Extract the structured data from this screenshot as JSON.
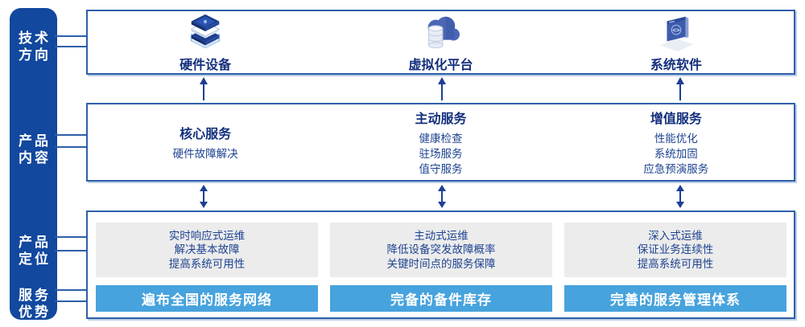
{
  "colors": {
    "sidebar_bg": "#12489E",
    "box_border": "#2D5FA8",
    "title_navy": "#132F7D",
    "body_navy": "#1E4391",
    "arrow_navy": "#1D3F93",
    "banner_blue": "#47A3DD",
    "panel_gray": "#ECECEC",
    "banner_text": "#FFFFFF"
  },
  "sidebar": {
    "labels": [
      {
        "line1": "技术",
        "line2": "方向"
      },
      {
        "line1": "产品",
        "line2": "内容"
      },
      {
        "line1": "产品",
        "line2": "定位"
      },
      {
        "line1": "服务",
        "line2": "优势"
      }
    ]
  },
  "tech_row": {
    "items": [
      {
        "label": "硬件设备",
        "icon": "server-stack-icon"
      },
      {
        "label": "虚拟化平台",
        "icon": "cloud-database-icon"
      },
      {
        "label": "系统软件",
        "icon": "code-window-icon"
      }
    ]
  },
  "product_row": {
    "columns": [
      {
        "title": "核心服务",
        "items": [
          "硬件故障解决"
        ]
      },
      {
        "title": "主动服务",
        "items": [
          "健康检查",
          "驻场服务",
          "值守服务"
        ]
      },
      {
        "title": "增值服务",
        "items": [
          "性能优化",
          "系统加固",
          "应急预演服务"
        ]
      }
    ]
  },
  "positioning_row": {
    "columns": [
      {
        "lines": [
          "实时响应式运维",
          "解决基本故障",
          "提高系统可用性"
        ],
        "banner": "遍布全国的服务网络"
      },
      {
        "lines": [
          "主动式运维",
          "降低设备突发故障概率",
          "关键时间点的服务保障"
        ],
        "banner": "完备的备件库存"
      },
      {
        "lines": [
          "深入式运维",
          "保证业务连续性",
          "提高系统可用性"
        ],
        "banner": "完善的服务管理体系"
      }
    ]
  }
}
